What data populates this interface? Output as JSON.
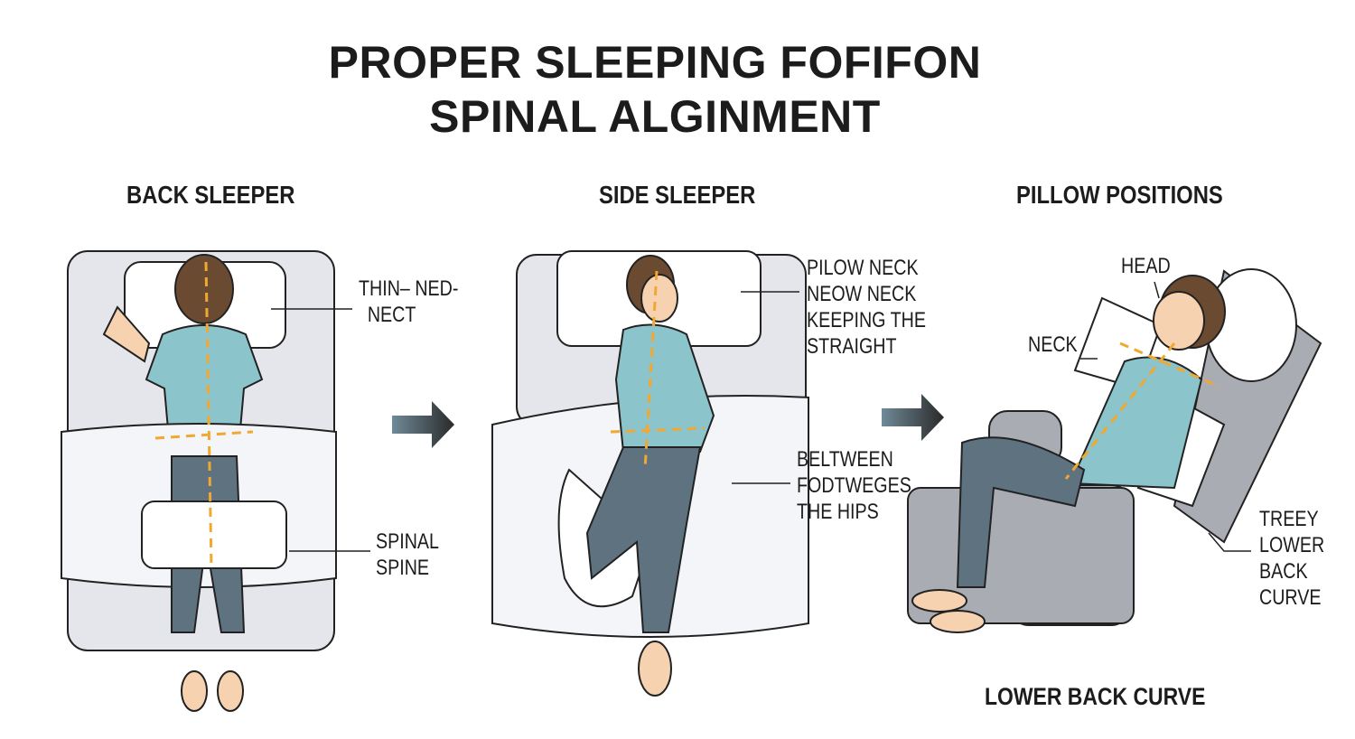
{
  "title": {
    "line1": "PROPER SLEEPING FOFIFON",
    "line2": "SPINAL ALGINMENT"
  },
  "panels": [
    {
      "heading": "BACK SLEEPER",
      "labels": [
        {
          "lines": [
            "THIN– NED-",
            "NECT"
          ]
        },
        {
          "lines": [
            "SPINAL",
            "SPINE"
          ]
        }
      ]
    },
    {
      "heading": "SIDE SLEEPER",
      "labels": [
        {
          "lines": [
            "PILOW NECK",
            "NEOW NECK",
            "KEEPING THE",
            "STRAIGHT"
          ]
        },
        {
          "lines": [
            "BELTWEEN",
            "FODTWEGES",
            "THE HIPS"
          ]
        }
      ]
    },
    {
      "heading": "PILLOW POSITIONS",
      "labels": [
        {
          "lines": [
            "HEAD"
          ]
        },
        {
          "lines": [
            "NECK"
          ]
        },
        {
          "lines": [
            "TREEY",
            "LOWER",
            "BACK",
            "CURVE"
          ]
        }
      ]
    }
  ],
  "footer": "LOWER BACK CURVE",
  "colors": {
    "shirt": "#8cc4cc",
    "pants": "#5f7280",
    "skin": "#f6d2b0",
    "hair": "#6b4a32",
    "bed": "#e4e6ec",
    "guide": "#f0a830",
    "chair": "#a9adb3"
  }
}
